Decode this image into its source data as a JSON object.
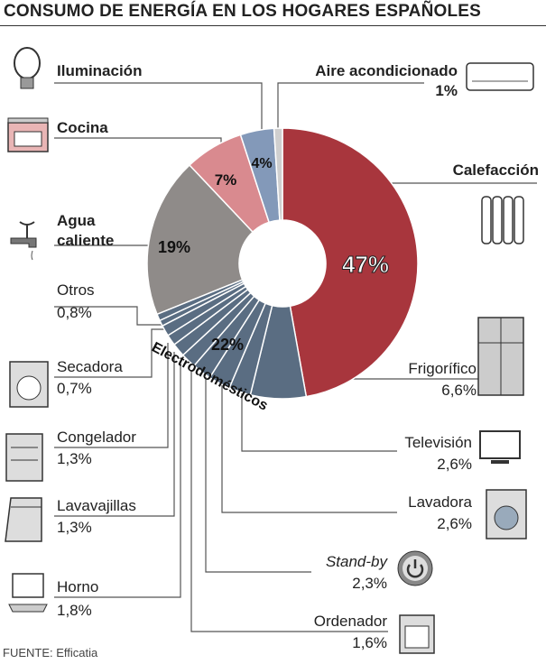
{
  "title": "CONSUMO DE ENERGÍA EN LOS HOGARES ESPAÑOLES",
  "source": "FUENTE: Efficatia",
  "chart_data": {
    "type": "pie",
    "title": "CONSUMO DE ENERGÍA EN LOS HOGARES ESPAÑOLES",
    "unit": "%",
    "slices": [
      {
        "name": "Calefacción",
        "value": 47,
        "label": "47%",
        "color": "#a8363d"
      },
      {
        "name": "Frigorífico",
        "value": 6.6,
        "label": "6,6%",
        "color": "#5a6d82",
        "group": "Electrodomésticos"
      },
      {
        "name": "Televisión",
        "value": 2.6,
        "label": "2,6%",
        "color": "#5a6d82",
        "group": "Electrodomésticos"
      },
      {
        "name": "Lavadora",
        "value": 2.6,
        "label": "2,6%",
        "color": "#5a6d82",
        "group": "Electrodomésticos"
      },
      {
        "name": "Stand-by",
        "value": 2.3,
        "label": "2,3%",
        "color": "#5a6d82",
        "group": "Electrodomésticos"
      },
      {
        "name": "Horno",
        "value": 1.8,
        "label": "1,8%",
        "color": "#5a6d82",
        "group": "Electrodomésticos"
      },
      {
        "name": "Ordenador",
        "value": 1.6,
        "label": "1,6%",
        "color": "#5a6d82",
        "group": "Electrodomésticos"
      },
      {
        "name": "Lavavajillas",
        "value": 1.3,
        "label": "1,3%",
        "color": "#5a6d82",
        "group": "Electrodomésticos"
      },
      {
        "name": "Congelador",
        "value": 1.3,
        "label": "1,3%",
        "color": "#5a6d82",
        "group": "Electrodomésticos"
      },
      {
        "name": "Secadora",
        "value": 0.7,
        "label": "0,7%",
        "color": "#5a6d82",
        "group": "Electrodomésticos"
      },
      {
        "name": "Otros",
        "value": 0.8,
        "label": "0,8%",
        "color": "#5a6d82",
        "group": "Electrodomésticos"
      },
      {
        "name": "Agua caliente",
        "value": 19,
        "label": "19%",
        "color": "#8f8b89"
      },
      {
        "name": "Cocina",
        "value": 7,
        "label": "7%",
        "color": "#d98a8f"
      },
      {
        "name": "Iluminación",
        "value": 4,
        "label": "4%",
        "color": "#8399b9"
      },
      {
        "name": "Aire acondicionado",
        "value": 1,
        "label": "1%",
        "color": "#cfcfcf"
      }
    ],
    "group": {
      "name": "Electrodomésticos",
      "value": 22,
      "label": "22%"
    }
  }
}
